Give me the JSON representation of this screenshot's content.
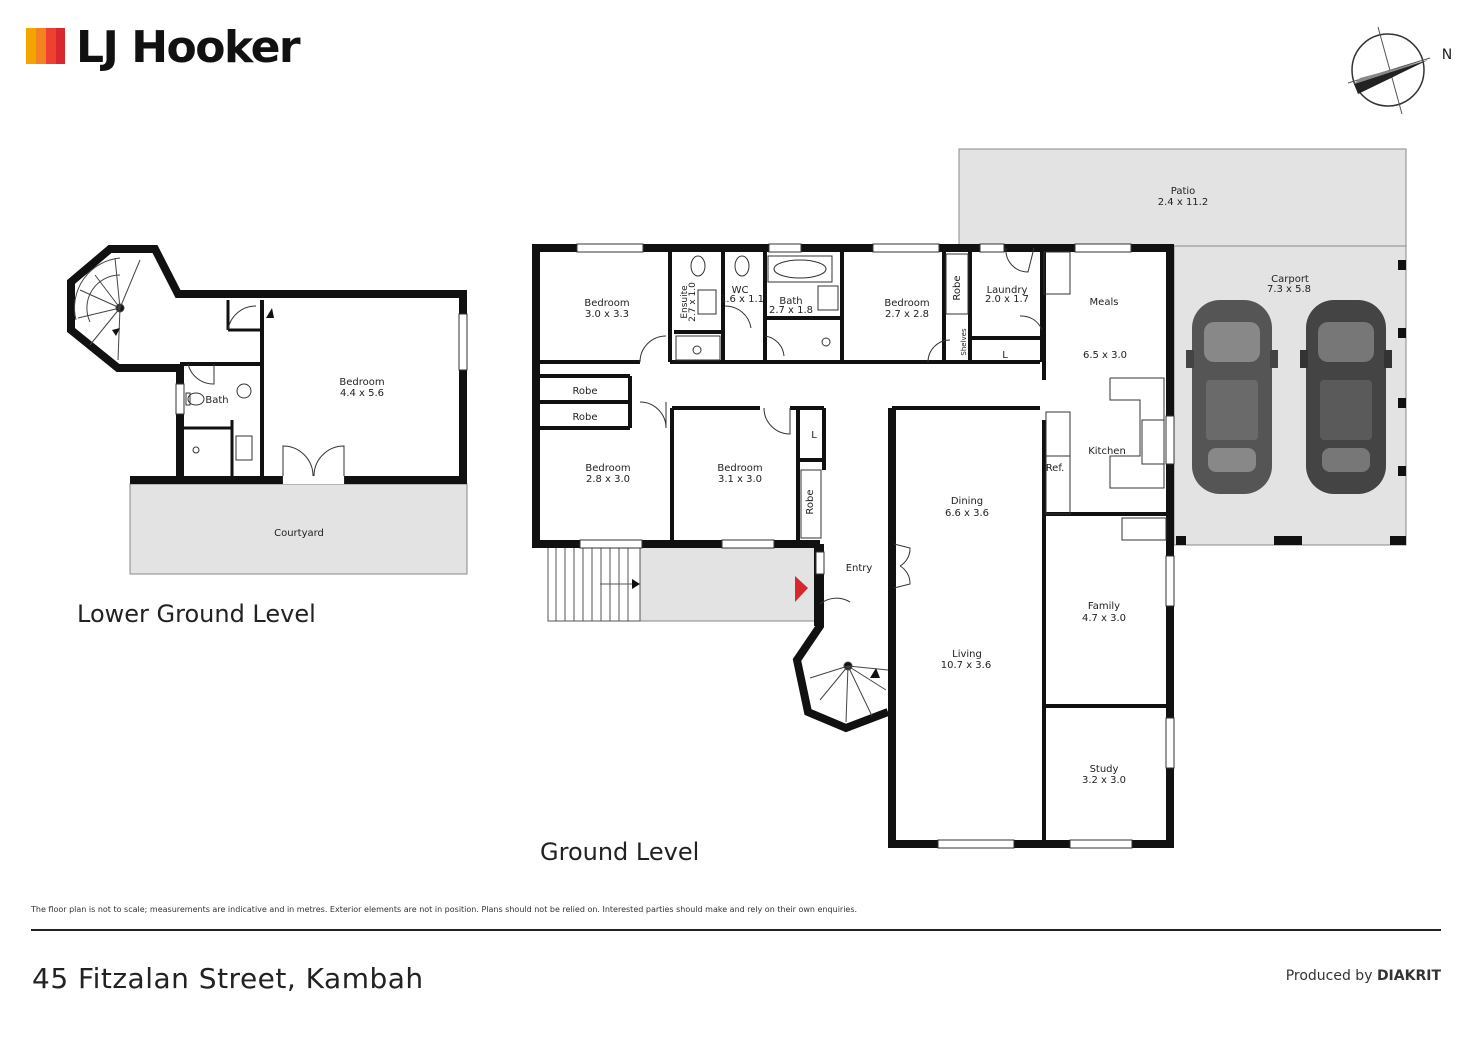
{
  "brand": {
    "name": "LJ Hooker",
    "colors": [
      "#f6a400",
      "#f58220",
      "#ef4130",
      "#d7282f"
    ]
  },
  "compass": {
    "label": "N",
    "icon": "north-arrow-icon"
  },
  "lower_level": {
    "title": "Lower Ground Level",
    "rooms": {
      "bedroom": {
        "name": "Bedroom",
        "dims": "4.4 x 5.6"
      },
      "bath": {
        "name": "Bath"
      },
      "courtyard": {
        "name": "Courtyard"
      }
    }
  },
  "ground_level": {
    "title": "Ground Level",
    "rooms": {
      "bed1": {
        "name": "Bedroom",
        "dims": "3.0 x 3.3"
      },
      "robe1": {
        "name": "Robe"
      },
      "robe2": {
        "name": "Robe"
      },
      "bed2": {
        "name": "Bedroom",
        "dims": "2.8 x 3.0"
      },
      "bed3": {
        "name": "Bedroom",
        "dims": "3.1 x 3.0"
      },
      "ensuite": {
        "name": "Ensuite",
        "dims": "2.7 x 1.0"
      },
      "wc": {
        "name": "WC",
        "dims": "1.6 x 1.1"
      },
      "bath": {
        "name": "Bath",
        "dims": "2.7 x 1.8"
      },
      "bed4": {
        "name": "Bedroom",
        "dims": "2.7 x 2.8"
      },
      "robe3": {
        "name": "Robe"
      },
      "robe4": {
        "name": "Robe"
      },
      "shelves": {
        "name": "Shelves"
      },
      "laundry": {
        "name": "Laundry",
        "dims": "2.0 x 1.7"
      },
      "linen1": {
        "name": "L"
      },
      "linen2": {
        "name": "L"
      },
      "meals": {
        "name": "Meals",
        "dims": "6.5 x 3.0"
      },
      "kitchen": {
        "name": "Kitchen"
      },
      "ref": {
        "name": "Ref."
      },
      "dining": {
        "name": "Dining",
        "dims": "6.6 x 3.6"
      },
      "living": {
        "name": "Living",
        "dims": "10.7 x 3.6"
      },
      "entry": {
        "name": "Entry"
      },
      "family": {
        "name": "Family",
        "dims": "4.7 x 3.0"
      },
      "study": {
        "name": "Study",
        "dims": "3.2 x 3.0"
      },
      "patio": {
        "name": "Patio",
        "dims": "2.4 x 11.2"
      },
      "carport": {
        "name": "Carport",
        "dims": "7.3 x 5.8"
      }
    }
  },
  "colors": {
    "wall": "#111111",
    "outdoor_fill": "#e3e3e3",
    "entry_marker": "#d7282f",
    "car_body": "#555555",
    "car_body_dark": "#444444"
  },
  "footer": {
    "disclaimer": "The floor plan is not to scale; measurements are indicative and in metres. Exterior elements are not in position. Plans should not be relied on. Interested parties should make and rely on their own enquiries.",
    "address": "45 Fitzalan Street, Kambah",
    "produced_by_prefix": "Produced by",
    "produced_by_name": "DIAKRIT"
  }
}
